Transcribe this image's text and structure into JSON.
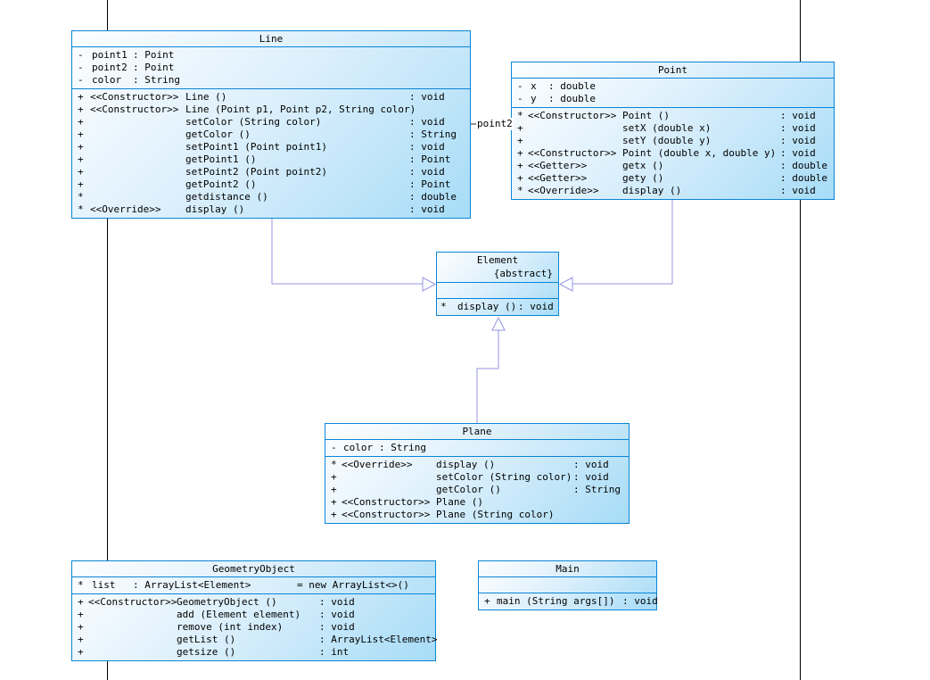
{
  "labels": {
    "association_role": "point2"
  },
  "classes": {
    "line": {
      "title": "Line",
      "attributes": [
        {
          "vis": "-",
          "name": "point1",
          "type": ": Point"
        },
        {
          "vis": "-",
          "name": "point2",
          "type": ": Point"
        },
        {
          "vis": "-",
          "name": "color",
          "type": ": String"
        }
      ],
      "methods": [
        {
          "vis": "+",
          "stereo": "<<Constructor>>",
          "name": "Line ()",
          "ret": ": void"
        },
        {
          "vis": "+",
          "stereo": "<<Constructor>>",
          "name": "Line (Point p1, Point p2, String color)",
          "ret": ""
        },
        {
          "vis": "+",
          "stereo": "",
          "name": "setColor (String color)",
          "ret": ": void"
        },
        {
          "vis": "+",
          "stereo": "",
          "name": "getColor ()",
          "ret": ": String"
        },
        {
          "vis": "+",
          "stereo": "",
          "name": "setPoint1 (Point point1)",
          "ret": ": void"
        },
        {
          "vis": "+",
          "stereo": "",
          "name": "getPoint1 ()",
          "ret": ": Point"
        },
        {
          "vis": "+",
          "stereo": "",
          "name": "setPoint2 (Point point2)",
          "ret": ": void"
        },
        {
          "vis": "+",
          "stereo": "",
          "name": "getPoint2 ()",
          "ret": ": Point"
        },
        {
          "vis": "*",
          "stereo": "",
          "name": "getdistance ()",
          "ret": ": double"
        },
        {
          "vis": "*",
          "stereo": "<<Override>>",
          "name": "display ()",
          "ret": ": void"
        }
      ]
    },
    "point": {
      "title": "Point",
      "attributes": [
        {
          "vis": "-",
          "name": "x",
          "type": ": double"
        },
        {
          "vis": "-",
          "name": "y",
          "type": ": double"
        }
      ],
      "methods": [
        {
          "vis": "*",
          "stereo": "<<Constructor>>",
          "name": "Point ()",
          "ret": ": void"
        },
        {
          "vis": "+",
          "stereo": "",
          "name": "setX (double x)",
          "ret": ": void"
        },
        {
          "vis": "+",
          "stereo": "",
          "name": "setY (double y)",
          "ret": ": void"
        },
        {
          "vis": "+",
          "stereo": "<<Constructor>>",
          "name": "Point (double x, double y)",
          "ret": ": void"
        },
        {
          "vis": "+",
          "stereo": "<<Getter>>",
          "name": "getx ()",
          "ret": ": double"
        },
        {
          "vis": "+",
          "stereo": "<<Getter>>",
          "name": "gety ()",
          "ret": ": double"
        },
        {
          "vis": "*",
          "stereo": "<<Override>>",
          "name": "display ()",
          "ret": ": void"
        }
      ]
    },
    "element": {
      "title": "Element",
      "subtitle": "{abstract}",
      "attributes": [],
      "methods": [
        {
          "vis": "*",
          "stereo": "",
          "name": "display ()",
          "ret": ": void"
        }
      ]
    },
    "plane": {
      "title": "Plane",
      "attributes": [
        {
          "vis": "-",
          "name": "color",
          "type": ": String"
        }
      ],
      "methods": [
        {
          "vis": "*",
          "stereo": "<<Override>>",
          "name": "display ()",
          "ret": ": void"
        },
        {
          "vis": "+",
          "stereo": "",
          "name": "setColor (String color)",
          "ret": ": void"
        },
        {
          "vis": "+",
          "stereo": "",
          "name": "getColor ()",
          "ret": ": String"
        },
        {
          "vis": "+",
          "stereo": "<<Constructor>>",
          "name": "Plane ()",
          "ret": ""
        },
        {
          "vis": "+",
          "stereo": "<<Constructor>>",
          "name": "Plane (String color)",
          "ret": ""
        }
      ]
    },
    "geometryobject": {
      "title": "GeometryObject",
      "attributes": [
        {
          "vis": "*",
          "name": "list",
          "type": ": ArrayList<Element>",
          "init": "= new ArrayList<>()"
        }
      ],
      "methods": [
        {
          "vis": "+",
          "stereo": "<<Constructor>>",
          "name": "GeometryObject ()",
          "ret": ": void"
        },
        {
          "vis": "+",
          "stereo": "",
          "name": "add (Element element)",
          "ret": ": void"
        },
        {
          "vis": "+",
          "stereo": "",
          "name": "remove (int index)",
          "ret": ": void"
        },
        {
          "vis": "+",
          "stereo": "",
          "name": "getList ()",
          "ret": ": ArrayList<Element>"
        },
        {
          "vis": "+",
          "stereo": "",
          "name": "getsize ()",
          "ret": ": int"
        }
      ]
    },
    "main": {
      "title": "Main",
      "attributes": [],
      "methods": [
        {
          "vis": "+",
          "stereo": "",
          "name": "main (String args[])",
          "ret": ": void"
        }
      ]
    }
  },
  "colors": {
    "box_border": "#0a85d6",
    "box_fill_light": "#fdfeff",
    "box_fill_dark": "#a7dcf7",
    "generalization_line": "#9595e2",
    "guide_line": "#000000"
  }
}
